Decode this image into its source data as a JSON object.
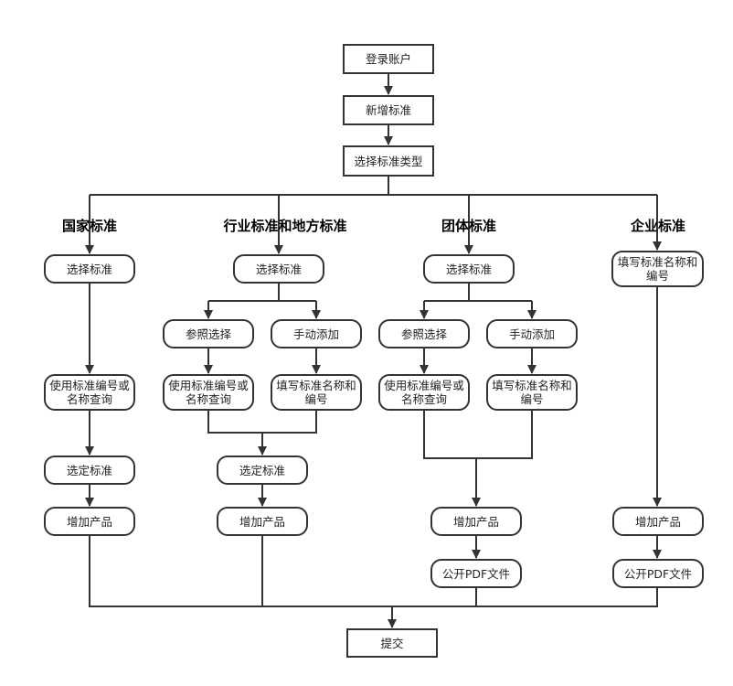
{
  "steps": {
    "login": "登录账户",
    "add_standard": "新增标准",
    "choose_type": "选择标准类型",
    "submit": "提交"
  },
  "columns": {
    "national": {
      "heading": "国家标准",
      "select": "选择标准",
      "query": "使用标准编号或名称查询",
      "selected": "选定标准",
      "add_product": "增加产品"
    },
    "industry": {
      "heading": "行业标准和地方标准",
      "select": "选择标准",
      "reference": "参照选择",
      "manual": "手动添加",
      "query": "使用标准编号或名称查询",
      "fill": "填写标准名称和编号",
      "selected": "选定标准",
      "add_product": "增加产品"
    },
    "group": {
      "heading": "团体标准",
      "select": "选择标准",
      "reference": "参照选择",
      "manual": "手动添加",
      "query": "使用标准编号或名称查询",
      "fill": "填写标准名称和编号",
      "add_product": "增加产品",
      "publish_pdf": "公开PDF文件"
    },
    "enterprise": {
      "heading": "企业标准",
      "fill": "填写标准名称和编号",
      "add_product": "增加产品",
      "publish_pdf": "公开PDF文件"
    }
  }
}
